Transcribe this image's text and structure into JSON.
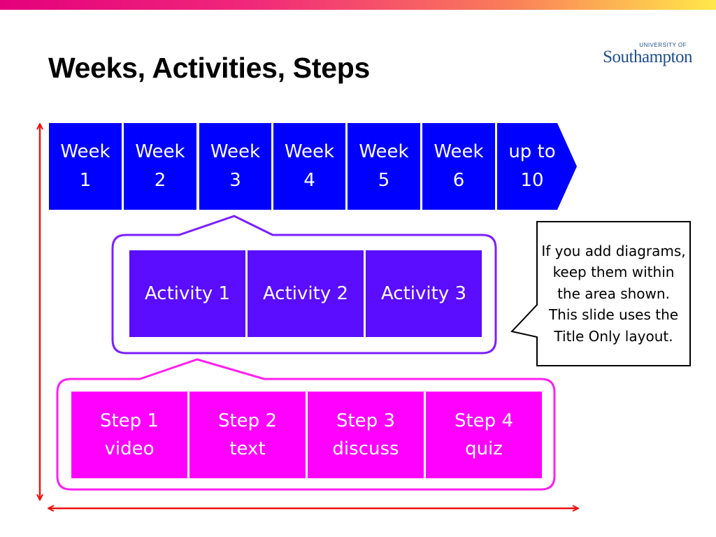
{
  "slide": {
    "title": "Weeks, Activities, Steps",
    "logo": {
      "top_text": "UNIVERSITY OF",
      "main_text": "Southampton"
    }
  },
  "weeks": [
    {
      "line1": "Week",
      "line2": "1"
    },
    {
      "line1": "Week",
      "line2": "2"
    },
    {
      "line1": "Week",
      "line2": "3"
    },
    {
      "line1": "Week",
      "line2": "4"
    },
    {
      "line1": "Week",
      "line2": "5"
    },
    {
      "line1": "Week",
      "line2": "6"
    },
    {
      "line1": "up to",
      "line2": "10"
    }
  ],
  "activities": [
    {
      "label": "Activity 1"
    },
    {
      "label": "Activity 2"
    },
    {
      "label": "Activity 3"
    }
  ],
  "steps": [
    {
      "line1": "Step 1",
      "line2": "video"
    },
    {
      "line1": "Step 2",
      "line2": "text"
    },
    {
      "line1": "Step 3",
      "line2": "discuss"
    },
    {
      "line1": "Step 4",
      "line2": "quiz"
    }
  ],
  "callout": {
    "text": "If you add diagrams, keep them within the area shown. This slide uses the Title Only layout."
  },
  "colors": {
    "week_fill": "#0000ff",
    "activity_fill": "#5a0dff",
    "activity_outline": "#7b1fff",
    "step_fill": "#ff00ff",
    "step_outline": "#ff20ee",
    "arrow": "#ee1111",
    "title_bar": "#e4007c"
  }
}
